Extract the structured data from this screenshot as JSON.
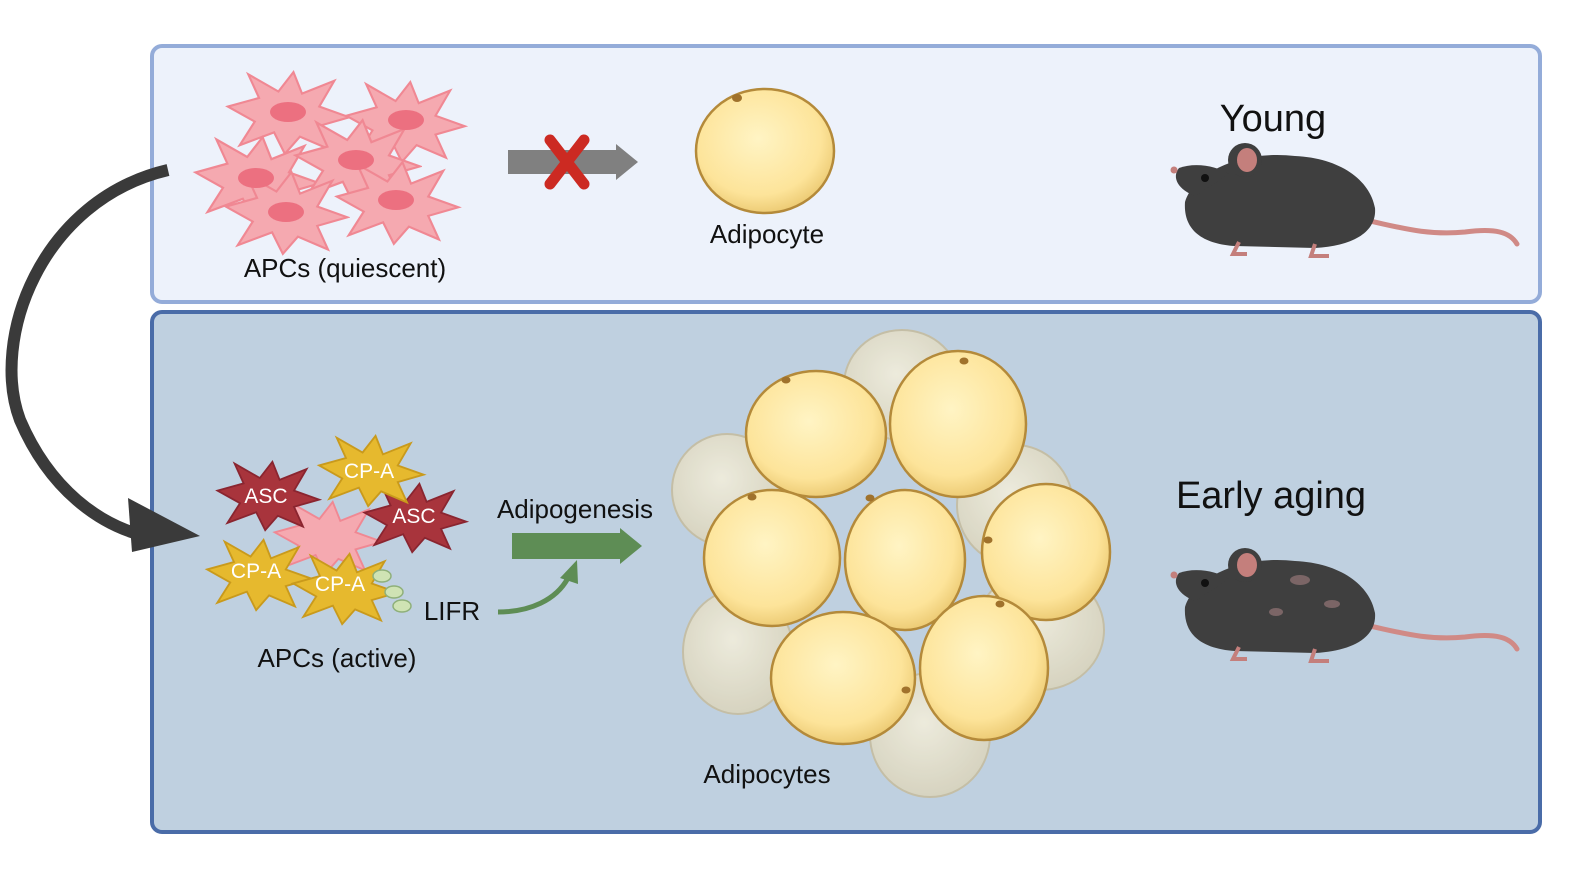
{
  "young_panel": {
    "cells_label": "APCs (quiescent)",
    "adipocyte_label": "Adipocyte",
    "condition_label": "Young"
  },
  "aging_panel": {
    "cells_label": "APCs (active)",
    "cell_types": [
      "ASC",
      "CP-A",
      "ASC",
      "CP-A",
      "CP-A"
    ],
    "receptor_label": "LIFR",
    "process_label": "Adipogenesis",
    "adipocytes_label": "Adipocytes",
    "condition_label": "Early aging"
  },
  "colors": {
    "young_panel_fill": "#edf2fb",
    "young_panel_border": "#94acd9",
    "aging_panel_fill": "#bfd0e0",
    "aging_panel_border": "#4a6ca8",
    "blocked_arrow": "#808080",
    "block_mark": "#cc2a22",
    "adipogenesis_arrow": "#5e8d55",
    "asc_cell": "#a8343c",
    "cpa_cell": "#e6b92e",
    "quiescent_cell": "#f5a9b0",
    "adipocyte": "#fde79a",
    "mouse": "#3f3f3f"
  },
  "icons": [
    "quiescent-cell-icon",
    "block-x-icon",
    "adipocyte-icon",
    "mouse-icon",
    "curved-arrow-icon",
    "lifr-receptor-icon"
  ]
}
